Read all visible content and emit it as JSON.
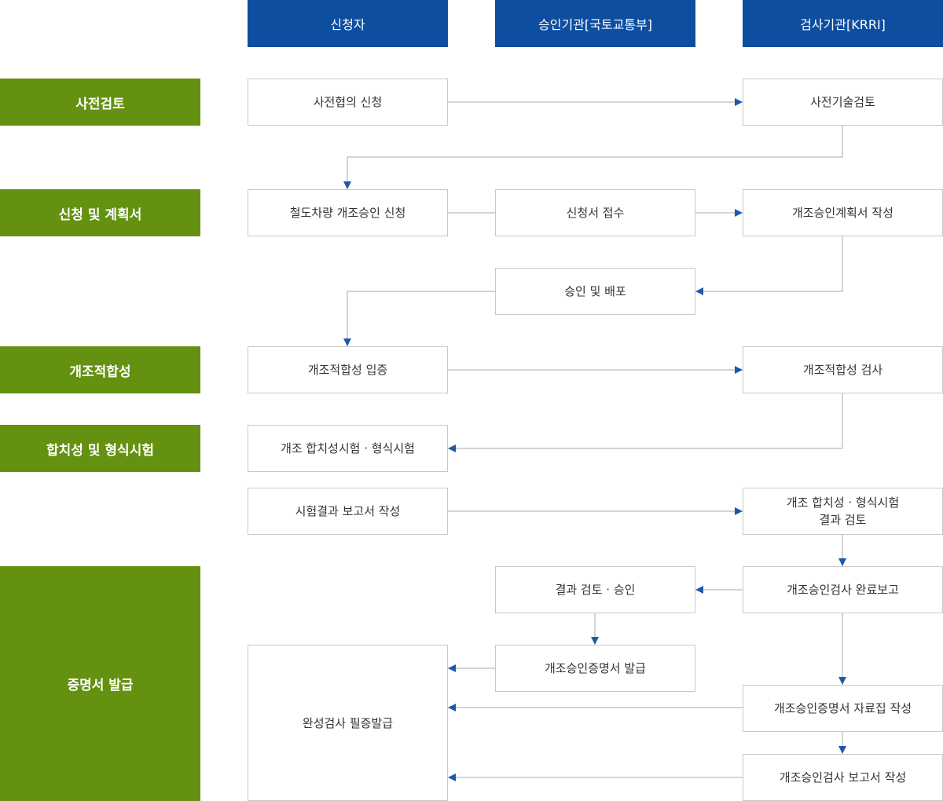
{
  "columns": [
    "신청자",
    "승인기관[국토교통부]",
    "검사기관[KRRI]"
  ],
  "stages": [
    "사전검토",
    "신청 및 계획서",
    "개조적합성",
    "합치성 및 형식시험",
    "증명서 발급"
  ],
  "boxes": {
    "pre_consult_request": "사전협의 신청",
    "pre_tech_review": "사전기술검토",
    "modification_approval_request": "철도차량 개조승인 신청",
    "application_receipt": "신청서 접수",
    "approval_plan_write": "개조승인계획서 작성",
    "approval_distribution": "승인 및 배포",
    "suitability_proof": "개조적합성 입증",
    "suitability_inspection": "개조적합성 검사",
    "conformity_type_test": "개조 합치성시험 · 형식시험",
    "test_report_write": "시험결과 보고서 작성",
    "test_result_review": "개조 합치성 · 형식시험\n결과 검토",
    "result_review_approval": "결과 검토 · 승인",
    "inspection_completion_report": "개조승인검사 완료보고",
    "certificate_issue": "개조승인증명서 발급",
    "final_inspection_certificate": "완성검사 필증발급",
    "certificate_data_write": "개조승인증명서 자료집 작성",
    "inspection_report_write": "개조승인검사 보고서 작성"
  }
}
